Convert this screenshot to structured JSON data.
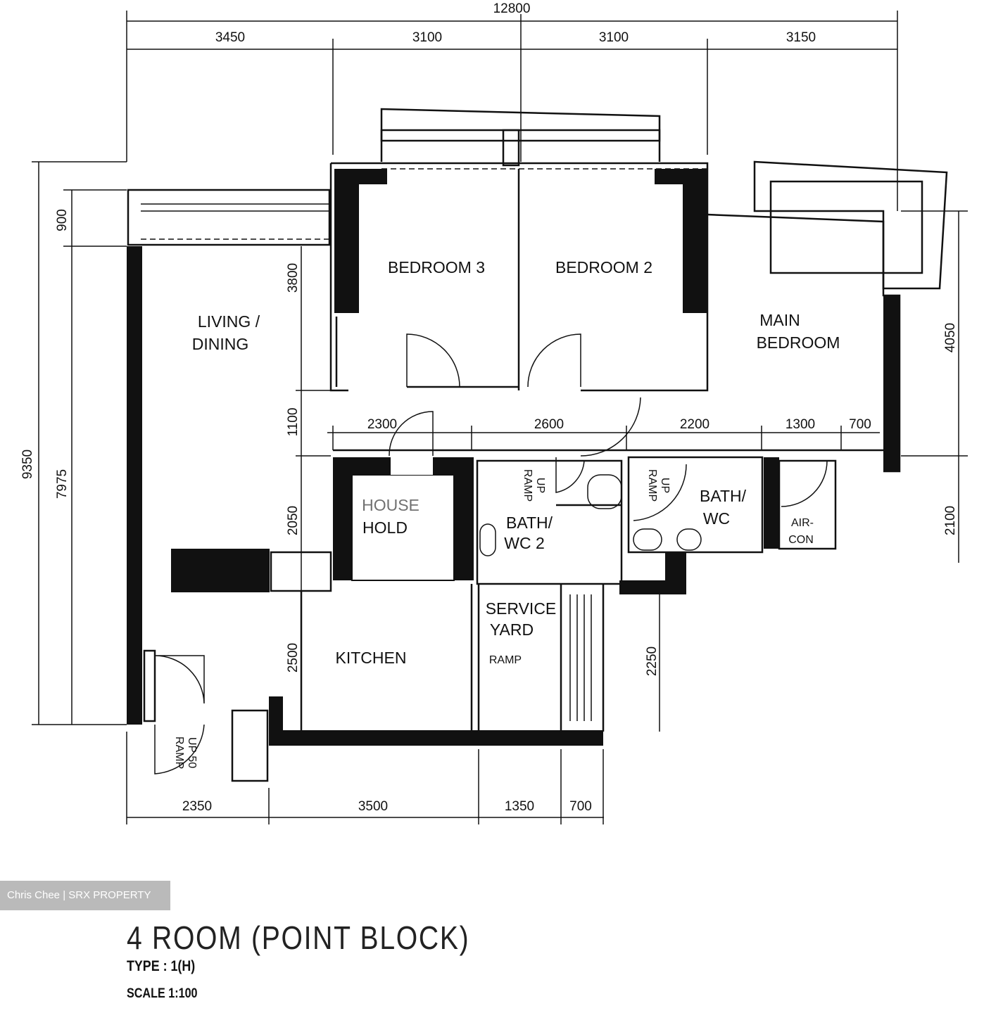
{
  "plan": {
    "title": "4 ROOM (POINT BLOCK)",
    "type": "TYPE : 1(H)",
    "scale": "SCALE 1:100",
    "watermark": "Chris Chee | SRX PROPERTY"
  },
  "dimensions": {
    "top_total": "12800",
    "top": [
      "3450",
      "3100",
      "3100",
      "3150"
    ],
    "middle": [
      "2300",
      "2600",
      "2200",
      "1300",
      "700"
    ],
    "bottom": [
      "2350",
      "3500",
      "1350",
      "700"
    ],
    "left_total": "9350",
    "left": [
      "900",
      "7975"
    ],
    "inner_vertical": [
      "3800",
      "1100",
      "2050",
      "2500",
      "2250"
    ],
    "right": [
      "4050",
      "2100"
    ]
  },
  "rooms": {
    "bedroom3": "BEDROOM 3",
    "bedroom2": "BEDROOM 2",
    "main_bedroom": [
      "MAIN",
      "BEDROOM"
    ],
    "living_dining": [
      "LIVING /",
      "DINING"
    ],
    "household": [
      "HOUSE",
      "HOLD"
    ],
    "bath_wc2": [
      "BATH/",
      "WC 2"
    ],
    "bath_wc": [
      "BATH/",
      "WC"
    ],
    "aircon": [
      "AIR-",
      "CON"
    ],
    "service_yard": [
      "SERVICE",
      "YARD"
    ],
    "kitchen": "KITCHEN",
    "ramp": [
      "RAMP",
      "UP"
    ],
    "ramp_entrance": [
      "RAMP",
      "UP 50"
    ]
  }
}
